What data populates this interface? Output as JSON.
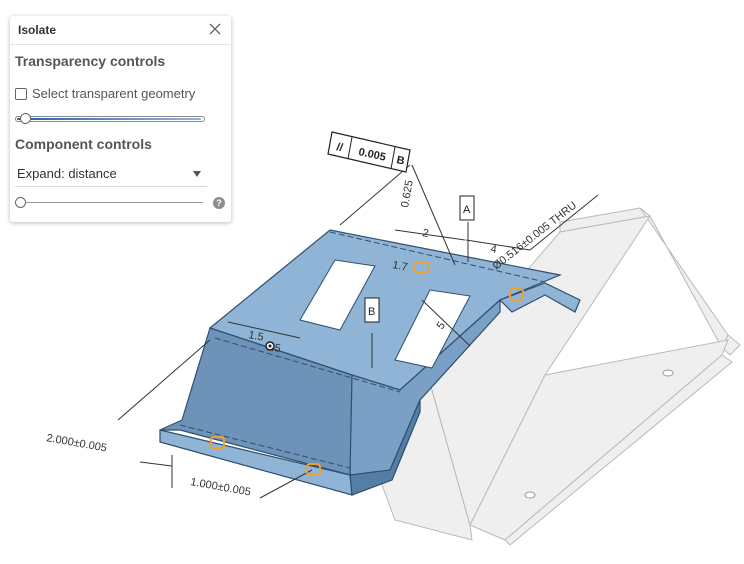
{
  "panel": {
    "title": "Isolate",
    "transparency_title": "Transparency controls",
    "select_transparent_label": "Select transparent geometry",
    "select_transparent_checked": false,
    "transparency_slider_value": 0.03,
    "component_title": "Component controls",
    "expand_mode": "Expand: distance",
    "expand_slider_value": 0.0,
    "help_glyph": "?"
  },
  "drawing": {
    "fcf_symbol": "//",
    "fcf_tolerance": "0.005",
    "fcf_datum": "B",
    "datum_a": "A",
    "datum_b": "B",
    "hole_callout": "Ø0.516±0.005 THRU",
    "dim_2": "2",
    "dim_4": "4",
    "dim_1": "1.7",
    "dim_15": "1.5",
    "dim_25": "25",
    "dim_5": "5",
    "dim_vertical": "0.625",
    "dim_left": "2.000±0.005",
    "dim_bottom": "1.000±0.005"
  },
  "colors": {
    "part_blue": "#8fb4d6",
    "part_edge": "#2f4f6e",
    "highlight_orange": "#f0a030",
    "ghost_fill": "#eeeeee"
  }
}
